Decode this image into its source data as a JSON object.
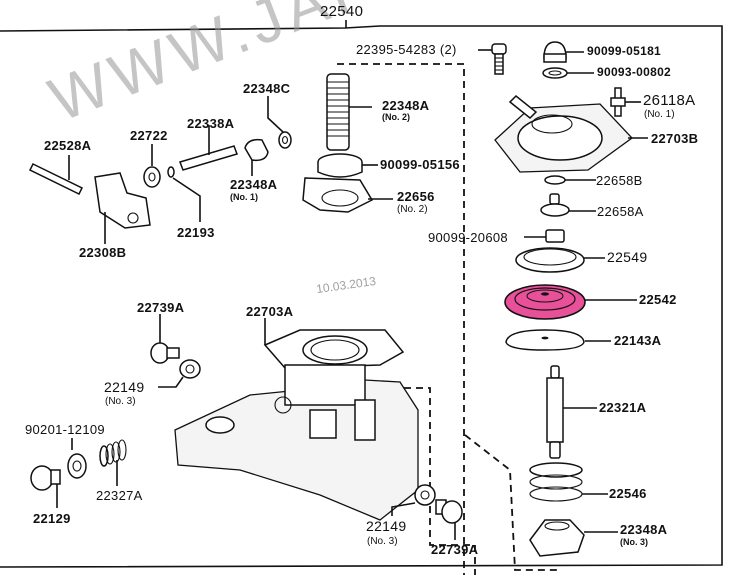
{
  "diagram": {
    "assembly_number": "22540",
    "highlight_color": "#e8509a",
    "watermark": "WWW.JAPANCATS.RU",
    "date_stamp": "10.03.2013",
    "parts": [
      {
        "id": "22395",
        "label": "22395-54283 (2)",
        "sub": ""
      },
      {
        "id": "90099-05181",
        "label": "90099-05181",
        "sub": ""
      },
      {
        "id": "90093-00802",
        "label": "90093-00802",
        "sub": ""
      },
      {
        "id": "26118A",
        "label": "26118A",
        "sub": "(No. 1)"
      },
      {
        "id": "22703B",
        "label": "22703B",
        "sub": ""
      },
      {
        "id": "22348C",
        "label": "22348C",
        "sub": ""
      },
      {
        "id": "22348A-2",
        "label": "22348A",
        "sub": "(No. 2)"
      },
      {
        "id": "22338A",
        "label": "22338A",
        "sub": ""
      },
      {
        "id": "22722",
        "label": "22722",
        "sub": ""
      },
      {
        "id": "22528A",
        "label": "22528A",
        "sub": ""
      },
      {
        "id": "22348A-1",
        "label": "22348A",
        "sub": "(No. 1)"
      },
      {
        "id": "90099-05156",
        "label": "90099-05156",
        "sub": ""
      },
      {
        "id": "22656",
        "label": "22656",
        "sub": "(No. 2)"
      },
      {
        "id": "22308B",
        "label": "22308B",
        "sub": ""
      },
      {
        "id": "22193",
        "label": "22193",
        "sub": ""
      },
      {
        "id": "22658B",
        "label": "22658B",
        "sub": ""
      },
      {
        "id": "22658A",
        "label": "22658A",
        "sub": ""
      },
      {
        "id": "90099-20608",
        "label": "90099-20608",
        "sub": ""
      },
      {
        "id": "22549",
        "label": "22549",
        "sub": ""
      },
      {
        "id": "22542",
        "label": "22542",
        "sub": "",
        "highlighted": true
      },
      {
        "id": "22143A",
        "label": "22143A",
        "sub": ""
      },
      {
        "id": "22321A",
        "label": "22321A",
        "sub": ""
      },
      {
        "id": "22546",
        "label": "22546",
        "sub": ""
      },
      {
        "id": "22348A-3",
        "label": "22348A",
        "sub": "(No. 3)"
      },
      {
        "id": "22739A-top",
        "label": "22739A",
        "sub": ""
      },
      {
        "id": "22703A",
        "label": "22703A",
        "sub": ""
      },
      {
        "id": "22149-left",
        "label": "22149",
        "sub": "(No. 3)"
      },
      {
        "id": "90201-12109",
        "label": "90201-12109",
        "sub": ""
      },
      {
        "id": "22327A",
        "label": "22327A",
        "sub": ""
      },
      {
        "id": "22129",
        "label": "22129",
        "sub": ""
      },
      {
        "id": "22149-bottom",
        "label": "22149",
        "sub": "(No. 3)"
      },
      {
        "id": "22739A-bottom",
        "label": "22739A",
        "sub": ""
      }
    ]
  }
}
